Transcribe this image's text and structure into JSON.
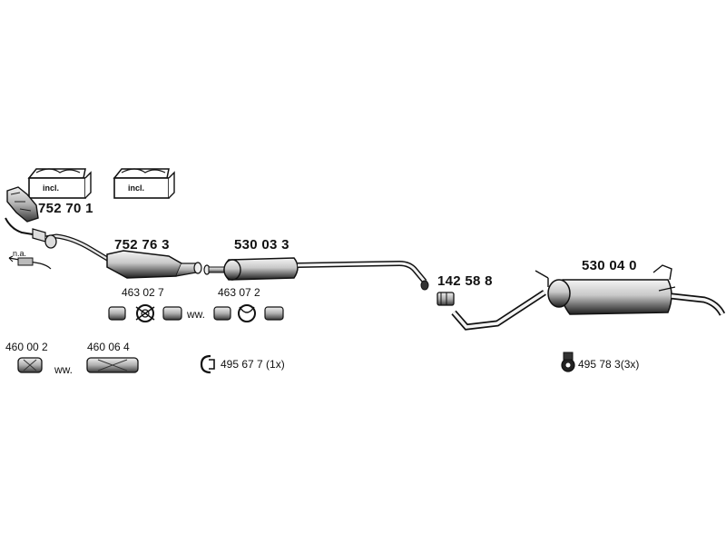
{
  "parts": {
    "p752701": "752 70 1",
    "p752763": "752 76 3",
    "p530033": "530 03 3",
    "p142588": "142 58 8",
    "p530040": "530 04 0",
    "p463027": "463 02 7",
    "p463072": "463 07 2",
    "p460002": "460 00 2",
    "p460064": "460 06 4",
    "p495677": "495 67 7 (1x)",
    "p495783": "495 78 3(3x)"
  },
  "notes": {
    "na": "n.a.",
    "ww1": "ww.",
    "ww2": "ww.",
    "ww3": "ww.",
    "incl1": "incl.",
    "incl2": "incl."
  }
}
